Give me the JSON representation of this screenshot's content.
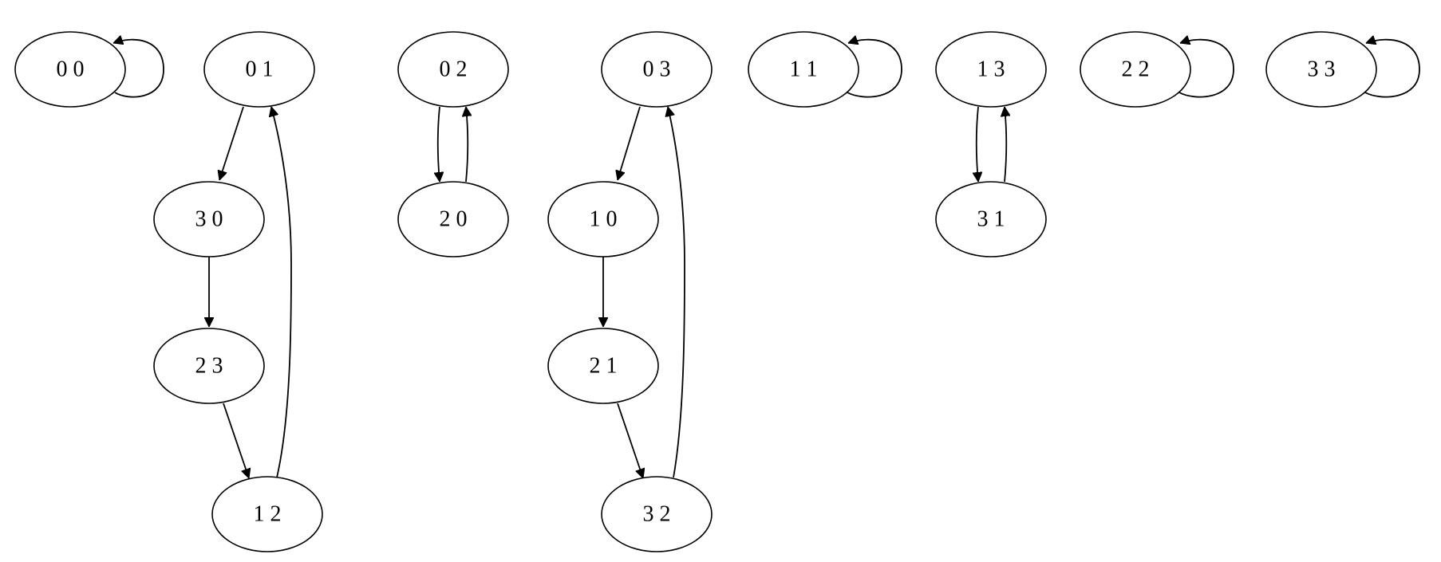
{
  "diagram": {
    "type": "directed-graph",
    "nodes": [
      {
        "id": "00",
        "label": "0 0"
      },
      {
        "id": "01",
        "label": "0 1"
      },
      {
        "id": "02",
        "label": "0 2"
      },
      {
        "id": "03",
        "label": "0 3"
      },
      {
        "id": "11",
        "label": "1 1"
      },
      {
        "id": "13",
        "label": "1 3"
      },
      {
        "id": "22",
        "label": "2 2"
      },
      {
        "id": "33",
        "label": "3 3"
      },
      {
        "id": "30",
        "label": "3 0"
      },
      {
        "id": "20",
        "label": "2 0"
      },
      {
        "id": "10",
        "label": "1 0"
      },
      {
        "id": "31",
        "label": "3 1"
      },
      {
        "id": "23",
        "label": "2 3"
      },
      {
        "id": "21",
        "label": "2 1"
      },
      {
        "id": "12",
        "label": "1 2"
      },
      {
        "id": "32",
        "label": "3 2"
      }
    ],
    "edges": [
      {
        "from": "00",
        "to": "00"
      },
      {
        "from": "11",
        "to": "11"
      },
      {
        "from": "22",
        "to": "22"
      },
      {
        "from": "33",
        "to": "33"
      },
      {
        "from": "01",
        "to": "30"
      },
      {
        "from": "30",
        "to": "23"
      },
      {
        "from": "23",
        "to": "12"
      },
      {
        "from": "12",
        "to": "01"
      },
      {
        "from": "02",
        "to": "20"
      },
      {
        "from": "20",
        "to": "02"
      },
      {
        "from": "03",
        "to": "10"
      },
      {
        "from": "10",
        "to": "21"
      },
      {
        "from": "21",
        "to": "32"
      },
      {
        "from": "32",
        "to": "03"
      },
      {
        "from": "13",
        "to": "31"
      },
      {
        "from": "31",
        "to": "13"
      }
    ]
  }
}
